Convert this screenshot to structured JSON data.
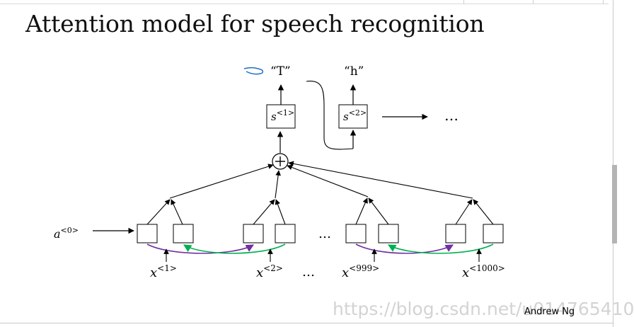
{
  "title": "Attention model for speech recognition",
  "author": "Andrew Ng",
  "watermark": "https://blog.csdn.net/u014765410",
  "outputs": [
    "“T”",
    "“h”"
  ],
  "states": [
    {
      "base": "s",
      "sup": "<1>"
    },
    {
      "base": "s",
      "sup": "<2>"
    }
  ],
  "continuation": "…",
  "initial_activation": {
    "base": "a",
    "sup": "<0>"
  },
  "encoder_ellipsis": "…",
  "inputs": [
    {
      "base": "x",
      "sup": "<1>"
    },
    {
      "base": "x",
      "sup": "<2>"
    },
    {
      "base": "x",
      "sup": "<999>"
    },
    {
      "base": "x",
      "sup": "<1000>"
    }
  ],
  "input_ellipsis": "…",
  "colors": {
    "forward_arrow": "#7030a0",
    "backward_arrow": "#00b050",
    "annotation": "#1f6fc5",
    "ink": "#000000"
  }
}
